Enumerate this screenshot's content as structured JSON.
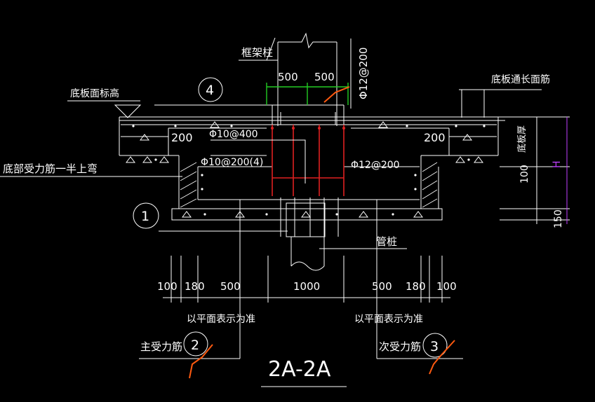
{
  "drawing": {
    "title": "2A-2A",
    "colors": {
      "background": "#000000",
      "lines": "#ffffff",
      "rebar_red": "#e02020",
      "dim_green": "#22cc22",
      "accent_orange": "#ff5a10",
      "dim_magenta": "#c040ff"
    },
    "labels": {
      "frame_column": "框架柱",
      "bottom_slab_top_elev": "底板面标高",
      "bottom_slab_top_rebar": "底板通长面筋",
      "bottom_rebar_half_up": "底部受力筋一半上弯",
      "slab_thickness": "底板厚",
      "pipe_pile": "管桩",
      "per_plan_left": "以平面表示为准",
      "per_plan_right": "以平面表示为准",
      "main_rebar": "主受力筋",
      "secondary_rebar": "次受力筋",
      "rebar_phi10_400": "Φ10@400",
      "rebar_phi10_200_4": "Φ10@200(4)",
      "rebar_phi12_200_side": "Φ12@200",
      "rebar_phi12_200_top": "Φ12@200",
      "dim_h": "H"
    },
    "callouts": {
      "c1": "1",
      "c2": "2",
      "c3": "3",
      "c4": "4"
    },
    "dims": {
      "top_left": "500",
      "top_right": "500",
      "ledge_left": "200",
      "ledge_right": "200",
      "right_100": "100",
      "right_150": "150",
      "bottom": [
        "100",
        "180",
        "500",
        "1000",
        "500",
        "180",
        "100"
      ]
    }
  }
}
